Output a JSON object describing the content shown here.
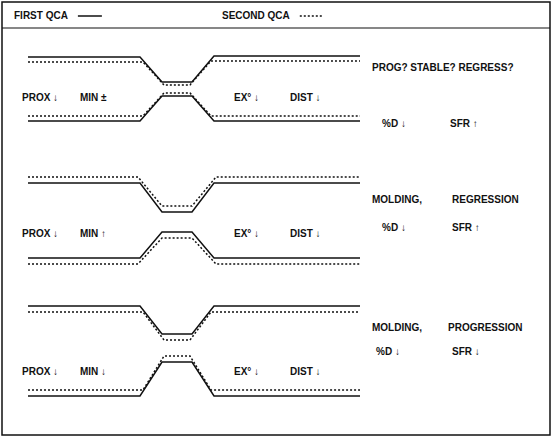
{
  "diagram": {
    "labels": [
      "PROX ↓",
      "MIN ±",
      "EX° ↓",
      "DIST ↓",
      "PROG? STABLE? REGRESS?",
      "%D ↓",
      "SFR ↑",
      "PROX ↓",
      "MIN ↑",
      "EX° ↓",
      "DIST ↓",
      "MOLDING,",
      "REGRESSION",
      "%D ↓",
      "SFR ↑",
      "PROX ↓",
      "MIN ↓",
      "EX° ↓",
      "DIST ↓",
      "MOLDING,",
      "PROGRESSION",
      "%D ↓",
      "SFR ↓"
    ],
    "legend": [
      {
        "text": "FIRST QCA"
      },
      {
        "text": "SECOND QCA"
      }
    ]
  }
}
